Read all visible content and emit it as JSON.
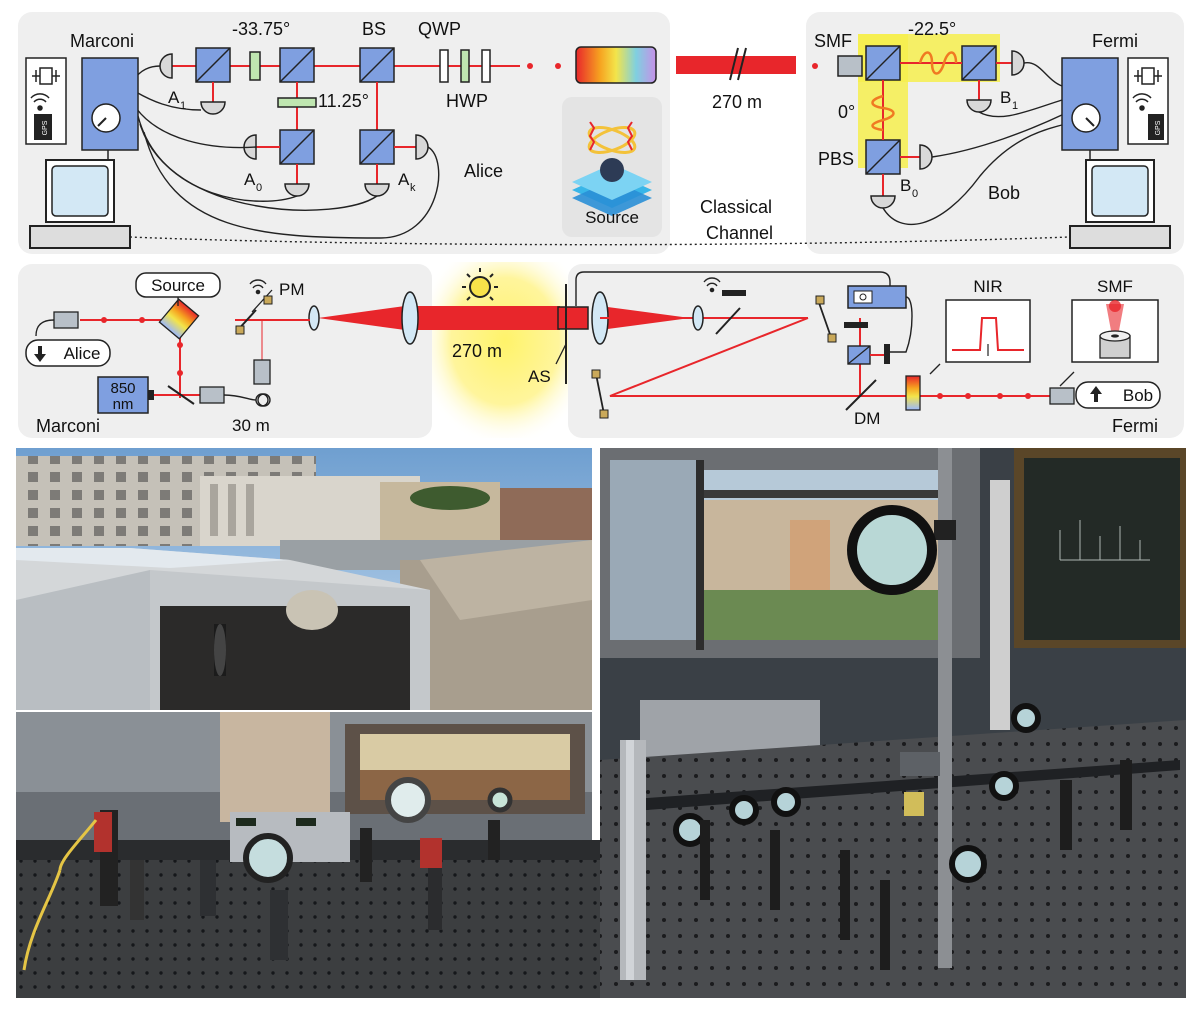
{
  "panel_top": {
    "alice_site": "Marconi",
    "bob_site": "Fermi",
    "alice_label": "Alice",
    "bob_label": "Bob",
    "angle_a": "-33.75°",
    "angle_b": "11.25°",
    "angle_bob_1": "-22.5°",
    "angle_bob_0": "0°",
    "bs": "BS",
    "qwp": "QWP",
    "hwp": "HWP",
    "pbs": "PBS",
    "smf": "SMF",
    "source": "Source",
    "distance": "270 m",
    "classical_channel_1": "Classical",
    "classical_channel_2": "Channel",
    "gps": "GPS",
    "detectors": {
      "a1_main": "A",
      "a1_sub": "1",
      "a0_main": "A",
      "a0_sub": "0",
      "ak_main": "A",
      "ak_sub": "k",
      "b1_main": "B",
      "b1_sub": "1",
      "b0_main": "B",
      "b0_sub": "0"
    }
  },
  "panel_middle": {
    "source": "Source",
    "alice": "Alice",
    "wavelength_1": "850",
    "wavelength_2": "nm",
    "pm": "PM",
    "fiber_length": "30 m",
    "distance": "270 m",
    "as": "AS",
    "dm": "DM",
    "nir": "NIR",
    "smf": "SMF",
    "bob": "Bob",
    "site_left": "Marconi",
    "site_right": "Fermi"
  },
  "colors": {
    "beam": "#e8262b",
    "panel_bg": "#efefef",
    "device_blue": "#7f9fe0",
    "screen": "#d3e8f5",
    "highlight_yellow": "#f6ee4e",
    "coil": "#f07a22"
  },
  "icons": [
    "clock-icon",
    "gps-antenna-icon",
    "sun-icon",
    "computer-icon",
    "detector-icon",
    "fiber-coupler-icon"
  ]
}
